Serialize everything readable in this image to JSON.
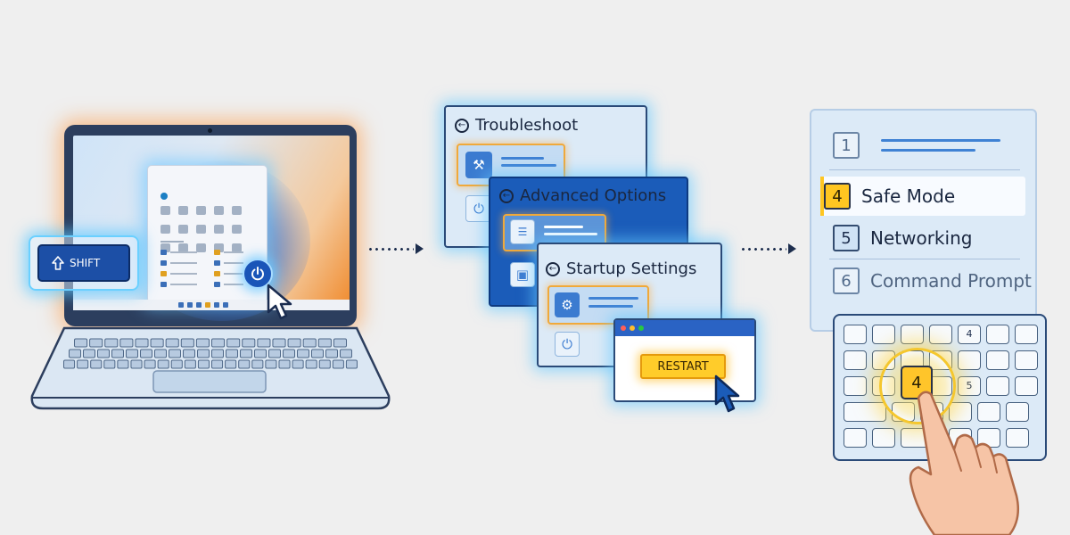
{
  "laptop": {
    "shift_label": "SHIFT"
  },
  "troubleshoot": {
    "title": "Troubleshoot"
  },
  "advanced": {
    "title": "Advanced Options"
  },
  "startup": {
    "title": "Startup Settings"
  },
  "restart": {
    "label": "RESTART"
  },
  "boot_menu": {
    "rows": [
      {
        "num": "1",
        "label": ""
      },
      {
        "num": "4",
        "label": "Safe Mode"
      },
      {
        "num": "5",
        "label": "Networking"
      },
      {
        "num": "6",
        "label": "Command Prompt"
      }
    ]
  },
  "keyboard": {
    "key_4": "4",
    "key_5": "5"
  },
  "colors": {
    "accent_blue": "#1b5cb9",
    "highlight_yellow": "#ffc621",
    "glow_cyan": "#6ad0ff",
    "screen_orange": "#f08a2c"
  },
  "icons": [
    "up-arrow-icon",
    "power-icon",
    "cursor-icon",
    "back-arrow-icon",
    "tools-icon",
    "checklist-icon",
    "gear-icon",
    "hand-pointer-icon"
  ]
}
